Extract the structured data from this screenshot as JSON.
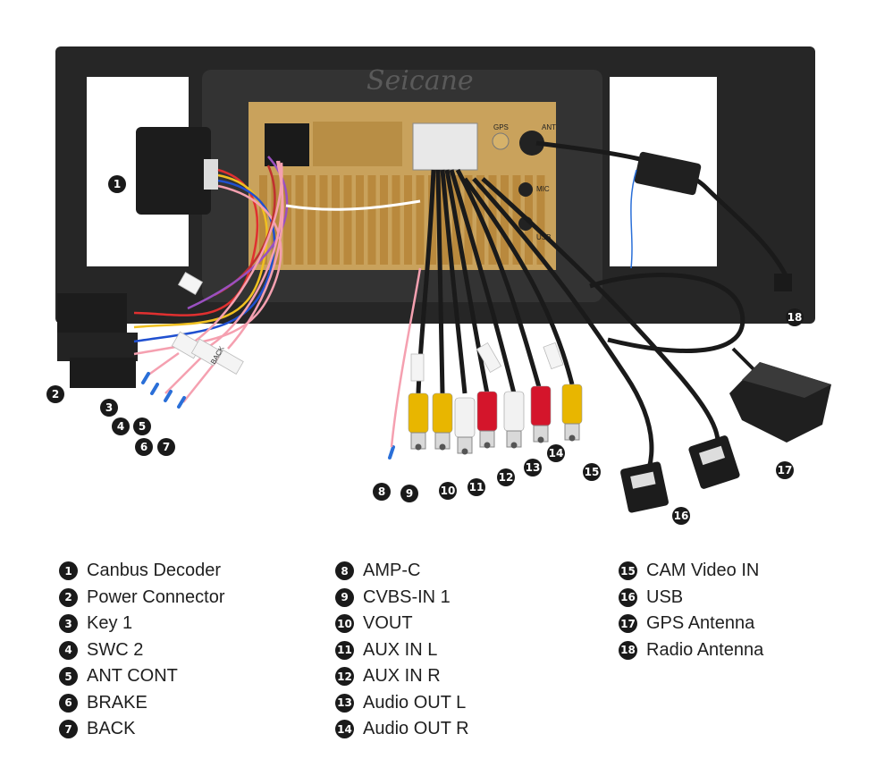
{
  "brand": "Seicane",
  "panel_labels": {
    "gps": "GPS",
    "ant": "ANT",
    "mic": "MIC",
    "usb": "USB",
    "back": "BACK"
  },
  "callouts": [
    "1",
    "2",
    "3",
    "4",
    "5",
    "6",
    "7",
    "8",
    "9",
    "10",
    "11",
    "12",
    "13",
    "14",
    "15",
    "16",
    "17",
    "18"
  ],
  "legend": {
    "col1": [
      {
        "num": "1",
        "label": "Canbus Decoder"
      },
      {
        "num": "2",
        "label": "Power Connector"
      },
      {
        "num": "3",
        "label": "Key 1"
      },
      {
        "num": "4",
        "label": "SWC 2"
      },
      {
        "num": "5",
        "label": "ANT CONT"
      },
      {
        "num": "6",
        "label": "BRAKE"
      },
      {
        "num": "7",
        "label": "BACK"
      }
    ],
    "col2": [
      {
        "num": "8",
        "label": "AMP-C"
      },
      {
        "num": "9",
        "label": "CVBS-IN 1"
      },
      {
        "num": "10",
        "label": "VOUT"
      },
      {
        "num": "11",
        "label": "AUX IN L"
      },
      {
        "num": "12",
        "label": "AUX IN R"
      },
      {
        "num": "13",
        "label": "Audio OUT L"
      },
      {
        "num": "14",
        "label": "Audio OUT R"
      }
    ],
    "col3": [
      {
        "num": "15",
        "label": "CAM Video IN"
      },
      {
        "num": "16",
        "label": "USB"
      },
      {
        "num": "17",
        "label": "GPS Antenna"
      },
      {
        "num": "18",
        "label": "Radio Antenna"
      }
    ]
  },
  "colors": {
    "frame": "#262626",
    "chassis": "#c9a25c",
    "rca_yellow": "#e8b600",
    "rca_red": "#d4152b",
    "rca_white": "#f2f2f2",
    "badge": "#1a1a1a"
  }
}
